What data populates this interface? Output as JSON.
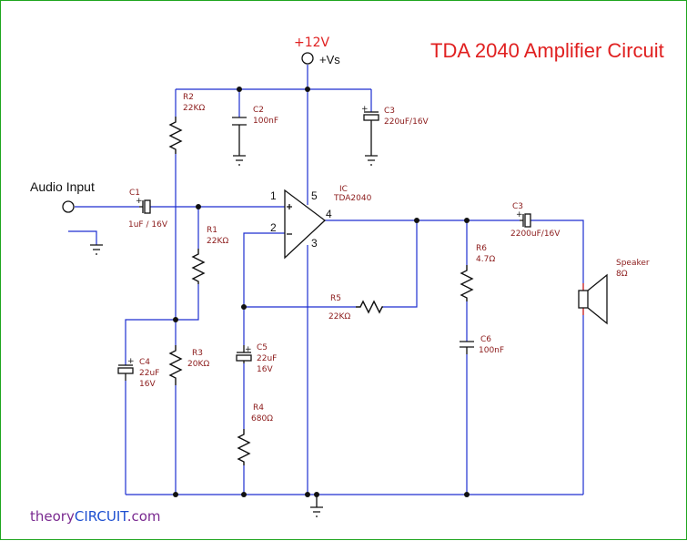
{
  "title": "TDA 2040 Amplifier Circuit",
  "supply": {
    "voltage": "+12V",
    "rail": "+Vs"
  },
  "input_label": "Audio Input",
  "ic": {
    "label": "IC",
    "part": "TDA2040",
    "pins": [
      "1",
      "2",
      "3",
      "4",
      "5"
    ]
  },
  "components": {
    "R1": {
      "name": "R1",
      "value": "22KΩ"
    },
    "R2": {
      "name": "R2",
      "value": "22KΩ"
    },
    "R3": {
      "name": "R3",
      "value": "20KΩ"
    },
    "R4": {
      "name": "R4",
      "value": "680Ω"
    },
    "R5": {
      "name": "R5",
      "value": "22KΩ"
    },
    "R6": {
      "name": "R6",
      "value": "4.7Ω"
    },
    "C1": {
      "name": "C1",
      "value": "1uF / 16V"
    },
    "C2": {
      "name": "C2",
      "value": "100nF"
    },
    "C3a": {
      "name": "C3",
      "value": "220uF/16V"
    },
    "C3b": {
      "name": "C3",
      "value": "2200uF/16V"
    },
    "C4": {
      "name": "C4",
      "value_line1": "22uF",
      "value_line2": "16V"
    },
    "C5": {
      "name": "C5",
      "value_line1": "22uF",
      "value_line2": "16V"
    },
    "C6": {
      "name": "C6",
      "value": "100nF"
    },
    "speaker": {
      "name": "Speaker",
      "value": "8Ω"
    }
  },
  "footer": {
    "prefix": "theory",
    "brand": "CIRCUIT",
    "suffix": ".com"
  }
}
